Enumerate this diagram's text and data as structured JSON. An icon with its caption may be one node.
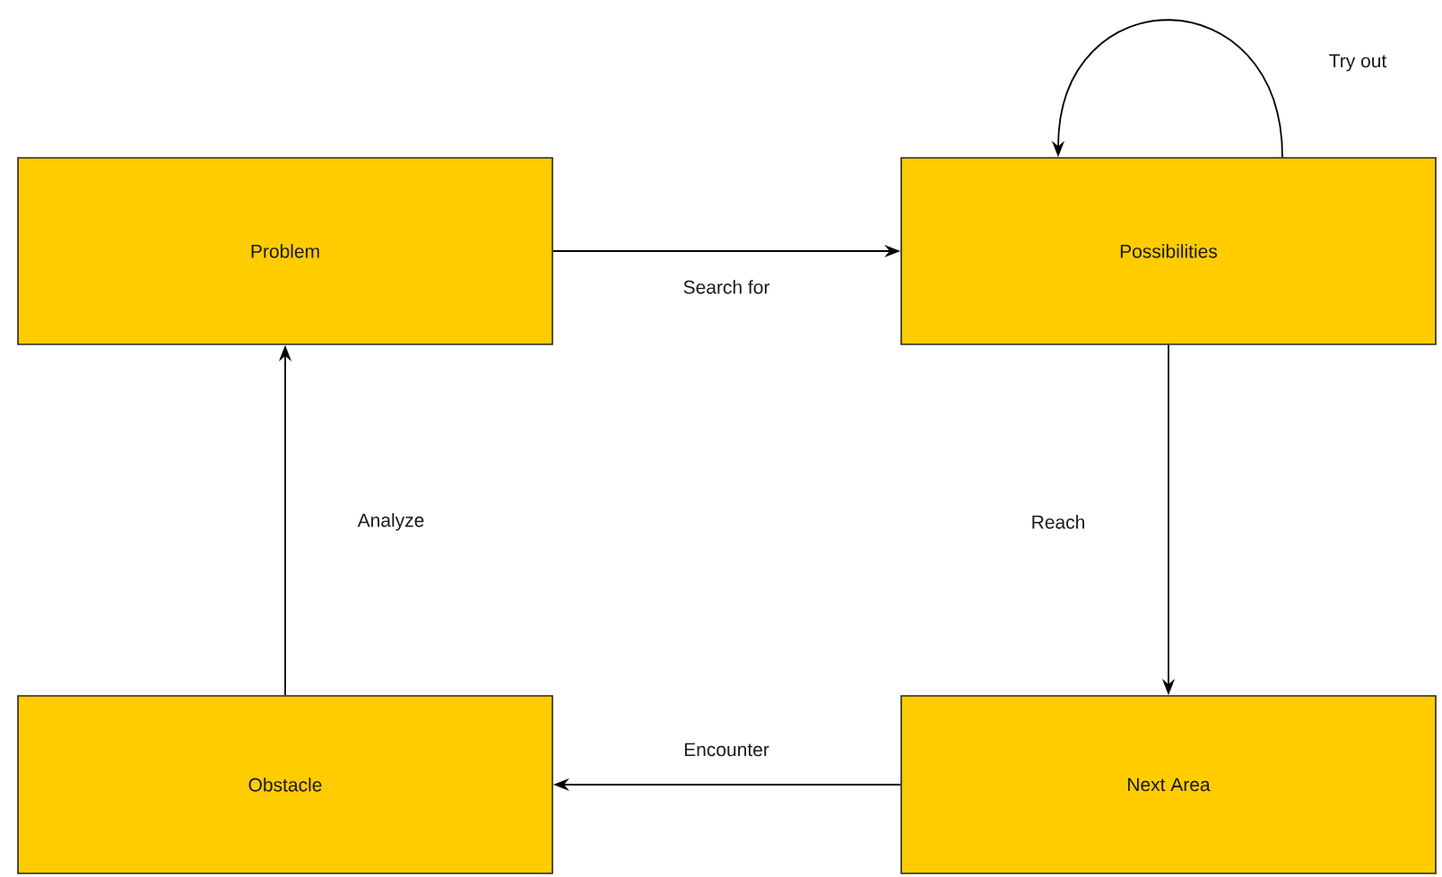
{
  "diagram": {
    "nodes": [
      {
        "text": [
          "Problem"
        ]
      },
      {
        "text": [
          "Possibilities"
        ]
      },
      {
        "text": [
          "Obstacle"
        ]
      },
      {
        "text": [
          "Next Area"
        ]
      }
    ],
    "edges": [
      {
        "from": 0,
        "to": 1,
        "arrow": "to",
        "label": "Search for"
      },
      {
        "from": 1,
        "to": 1,
        "arrow": "to",
        "label": "Try out"
      },
      {
        "from": 1,
        "to": 3,
        "arrow": "to",
        "label": "Reach"
      },
      {
        "from": 3,
        "to": 2,
        "arrow": "to",
        "label": "Encounter"
      },
      {
        "from": 2,
        "to": 0,
        "arrow": "to",
        "label": "Analyze"
      }
    ]
  }
}
